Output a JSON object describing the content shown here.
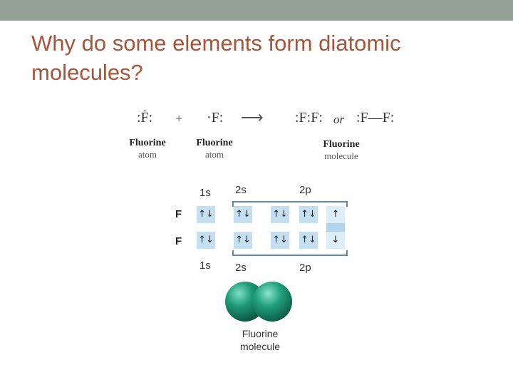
{
  "slide": {
    "title": "Why do some elements form diatomic molecules?"
  },
  "equation": {
    "atom1": ":Ḟ:",
    "plus": "+",
    "atom2": "·F:",
    "arrow": "⟶",
    "molecule_dots": ":F:F:",
    "or": "or",
    "molecule_line": ":F—F:",
    "caption_atom1": [
      "Fluorine",
      "atom"
    ],
    "caption_atom2": [
      "Fluorine",
      "atom"
    ],
    "caption_molecule": [
      "Fluorine",
      "molecule"
    ]
  },
  "orbitals": {
    "top_labels": {
      "s1": "1s",
      "s2": "2s",
      "p2": "2p"
    },
    "bottom_labels": {
      "s1": "1s",
      "s2": "2s",
      "p2": "2p"
    },
    "rows": [
      {
        "atom": "F",
        "boxes": [
          "↑↓",
          "↑↓",
          "↑↓",
          "↑↓",
          "↑"
        ]
      },
      {
        "atom": "F",
        "boxes": [
          "↑↓",
          "↑↓",
          "↑↓",
          "↑↓",
          "↓"
        ]
      }
    ]
  },
  "model": {
    "caption_line1": "Fluorine",
    "caption_line2": "molecule",
    "sphere_color": "#1f9b78"
  }
}
